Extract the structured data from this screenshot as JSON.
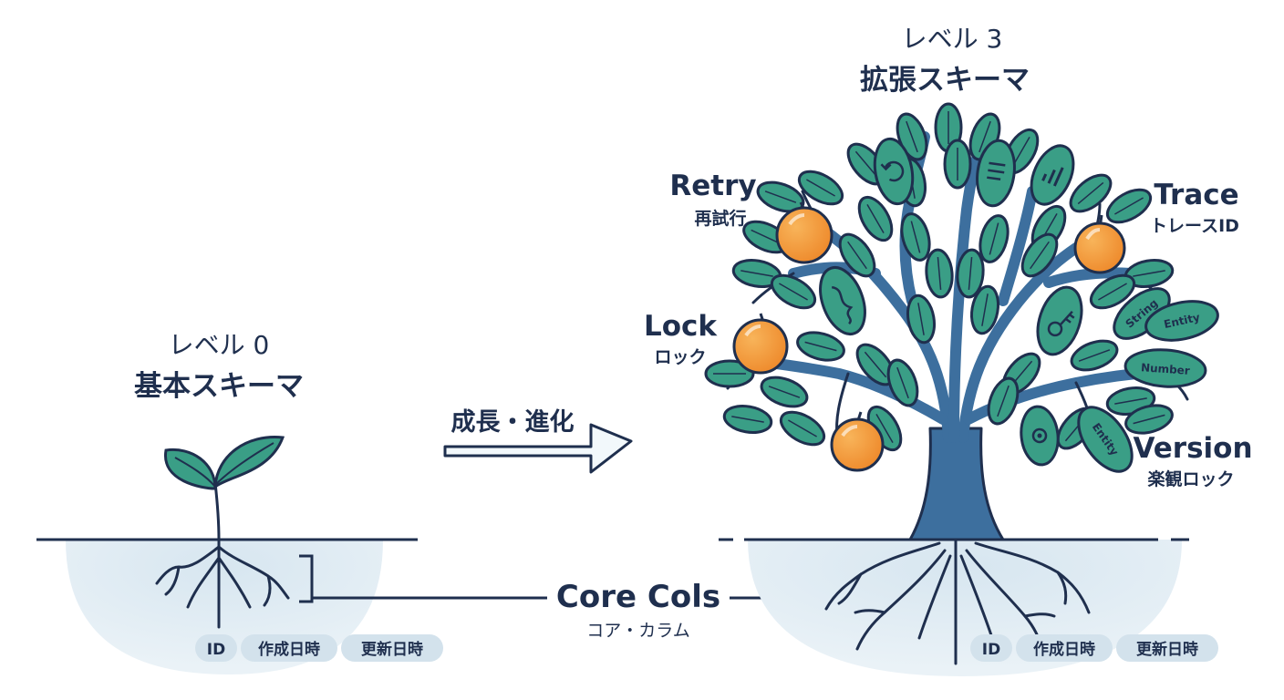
{
  "left": {
    "level": "レベル 0",
    "title": "基本スキーマ",
    "columns": [
      "ID",
      "作成日時",
      "更新日時"
    ]
  },
  "arrow": {
    "label": "成長・進化"
  },
  "core": {
    "label": "Core Cols",
    "sublabel": "コア・カラム"
  },
  "right": {
    "level": "レベル 3",
    "title": "拡張スキーマ",
    "columns": [
      "ID",
      "作成日時",
      "更新日時"
    ],
    "features": [
      {
        "name": "Retry",
        "sub": "再試行"
      },
      {
        "name": "Trace",
        "sub": "トレースID"
      },
      {
        "name": "Lock",
        "sub": "ロック"
      },
      {
        "name": "Version",
        "sub": "楽観ロック"
      }
    ],
    "leaf_labels": [
      "String",
      "Entity",
      "Number",
      "Entity"
    ]
  },
  "colors": {
    "navy": "#1f2f4e",
    "leaf": "#3a9e86",
    "trunk": "#3d6f9e",
    "fruit": "#f29a3a",
    "soil": "#dbe8f1",
    "pill": "#d3e2ec"
  }
}
